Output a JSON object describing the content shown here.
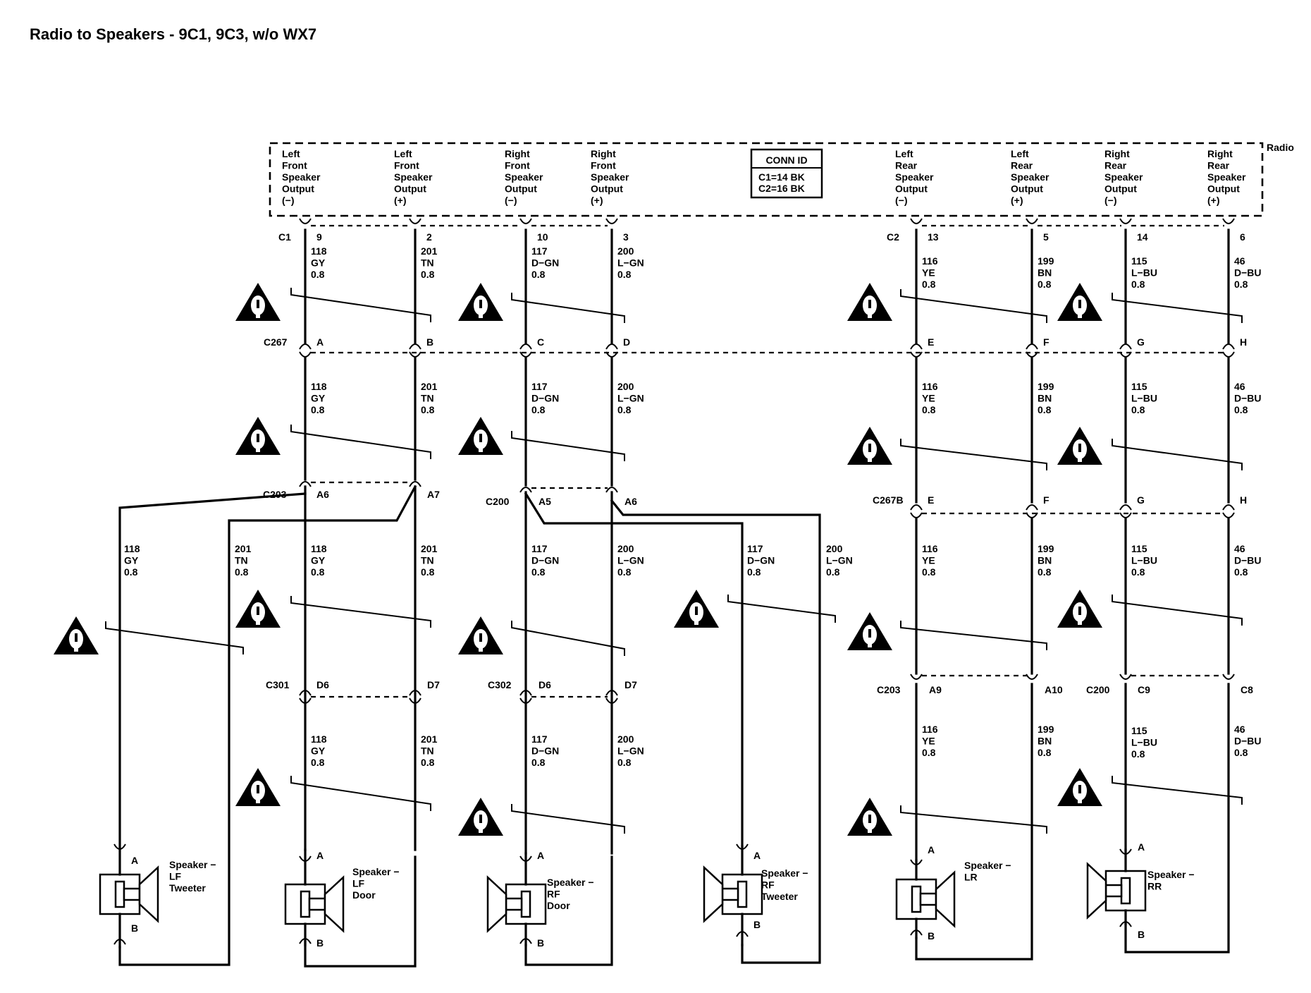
{
  "title": "Radio to Speakers - 9C1, 9C3, w/o WX7",
  "radio": {
    "label": "Radio",
    "conn_id": {
      "header": "CONN ID",
      "lines": [
        "C1=14 BK",
        "C2=16 BK"
      ]
    },
    "outputs": [
      [
        "Left",
        "Front",
        "Speaker",
        "Output",
        "(−)"
      ],
      [
        "Left",
        "Front",
        "Speaker",
        "Output",
        "(+)"
      ],
      [
        "Right",
        "Front",
        "Speaker",
        "Output",
        "(−)"
      ],
      [
        "Right",
        "Front",
        "Speaker",
        "Output",
        "(+)"
      ],
      [
        "Left",
        "Rear",
        "Speaker",
        "Output",
        "(−)"
      ],
      [
        "Left",
        "Rear",
        "Speaker",
        "Output",
        "(+)"
      ],
      [
        "Right",
        "Rear",
        "Speaker",
        "Output",
        "(−)"
      ],
      [
        "Right",
        "Rear",
        "Speaker",
        "Output",
        "(+)"
      ]
    ],
    "pins": [
      "9",
      "2",
      "10",
      "3",
      "13",
      "5",
      "14",
      "6"
    ]
  },
  "connectors": {
    "c1": "C1",
    "c2": "C2",
    "c267": "C267",
    "c203a": "C203",
    "c200a": "C200",
    "c267b": "C267B",
    "c301": "C301",
    "c302": "C302",
    "c203b": "C203",
    "c200b": "C200"
  },
  "pin_labels": {
    "c267": [
      "A",
      "B",
      "C",
      "D",
      "E",
      "F",
      "G",
      "H"
    ],
    "c203_front": [
      "A6",
      "A7"
    ],
    "c200_front": [
      "A5",
      "A6"
    ],
    "c267b": [
      "E",
      "F",
      "G",
      "H"
    ],
    "c301": [
      "D6",
      "D7"
    ],
    "c302": [
      "D6",
      "D7"
    ],
    "c203_rear": [
      "A9",
      "A10"
    ],
    "c200_rear": [
      "C9",
      "C8"
    ]
  },
  "wires": {
    "w118": [
      "118",
      "GY",
      "0.8"
    ],
    "w201": [
      "201",
      "TN",
      "0.8"
    ],
    "w117": [
      "117",
      "D−GN",
      "0.8"
    ],
    "w200": [
      "200",
      "L−GN",
      "0.8"
    ],
    "w116": [
      "116",
      "YE",
      "0.8"
    ],
    "w199": [
      "199",
      "BN",
      "0.8"
    ],
    "w115": [
      "115",
      "L−BU",
      "0.8"
    ],
    "w46": [
      "46",
      "D−BU",
      "0.8"
    ]
  },
  "speakers": [
    {
      "id": "lf-tweeter",
      "lines": [
        "Speaker −",
        "LF",
        "Tweeter"
      ]
    },
    {
      "id": "lf-door",
      "lines": [
        "Speaker −",
        "LF",
        "Door"
      ]
    },
    {
      "id": "rf-door",
      "lines": [
        "Speaker −",
        "RF",
        "Door"
      ]
    },
    {
      "id": "rf-tweeter",
      "lines": [
        "Speaker −",
        "RF",
        "Tweeter"
      ]
    },
    {
      "id": "lr",
      "lines": [
        "Speaker −",
        "LR"
      ]
    },
    {
      "id": "rr",
      "lines": [
        "Speaker −",
        "RR"
      ]
    }
  ],
  "terminal_a": "A",
  "terminal_b": "B"
}
